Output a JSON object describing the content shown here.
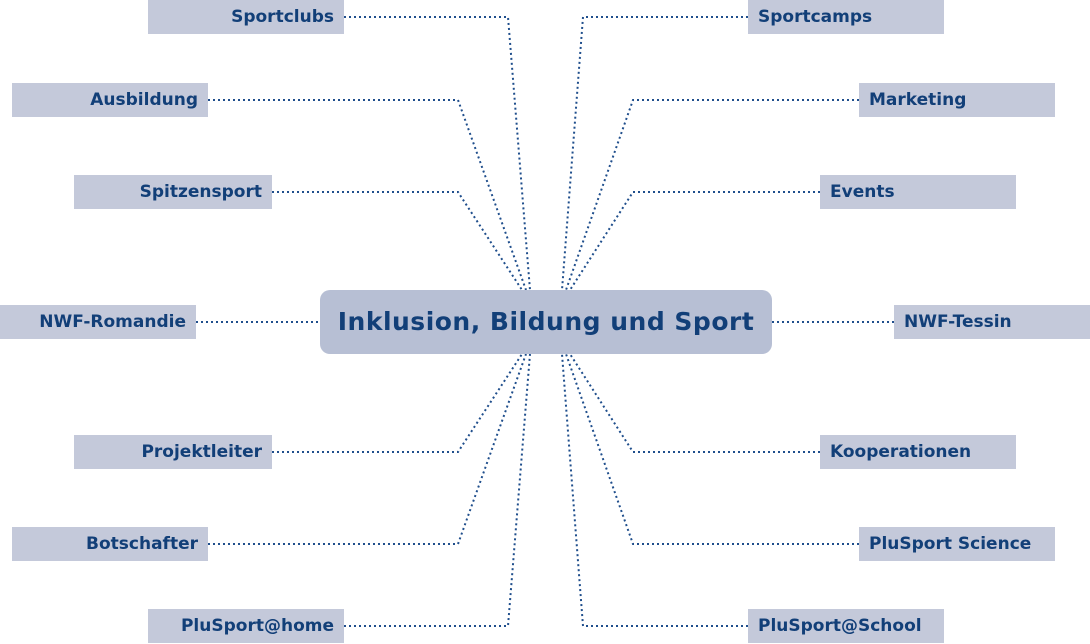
{
  "colors": {
    "node_fill": "#c4c9da",
    "center_fill": "#b7bfd4",
    "text": "#123f78",
    "connector": "#1f4e8c"
  },
  "center": {
    "label": "Inklusion, Bildung und Sport"
  },
  "left_nodes": [
    {
      "label": "Sportclubs"
    },
    {
      "label": "Ausbildung"
    },
    {
      "label": "Spitzensport"
    },
    {
      "label": "NWF-Romandie"
    },
    {
      "label": "Projektleiter"
    },
    {
      "label": "Botschafter"
    },
    {
      "label": "PluSport@home"
    }
  ],
  "right_nodes": [
    {
      "label": "Sportcamps"
    },
    {
      "label": "Marketing"
    },
    {
      "label": "Events"
    },
    {
      "label": "NWF-Tessin"
    },
    {
      "label": "Kooperationen"
    },
    {
      "label": "PluSport Science"
    },
    {
      "label": "PluSport@School"
    }
  ]
}
